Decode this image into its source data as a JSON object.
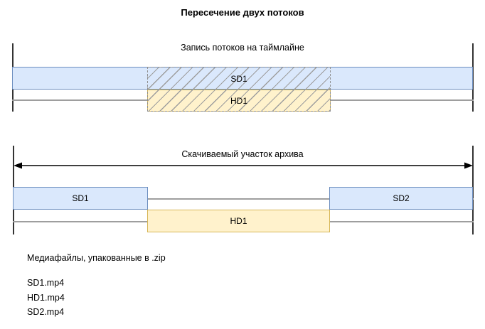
{
  "title": "Пересечение двух потоков",
  "recording_timeline": {
    "caption": "Запись потоков на таймлайне",
    "sd1_label": "SD1",
    "hd1_label": "HD1"
  },
  "download_timeline": {
    "caption": "Скачиваемый участок архива",
    "sd1_label": "SD1",
    "hd1_label": "HD1",
    "sd2_label": "SD2"
  },
  "files": {
    "caption": "Медиафайлы, упакованные в .zip",
    "items": [
      "SD1.mp4",
      "HD1.mp4",
      "SD2.mp4"
    ]
  },
  "colors": {
    "sd_fill": "#dae8fc",
    "sd_border": "#6c8ebf",
    "hd_fill": "#fff2cc",
    "hd_border": "#d6b656",
    "hatch_line": "#9e9e9e",
    "tick_line": "#333333",
    "arrow_line": "#000000"
  }
}
